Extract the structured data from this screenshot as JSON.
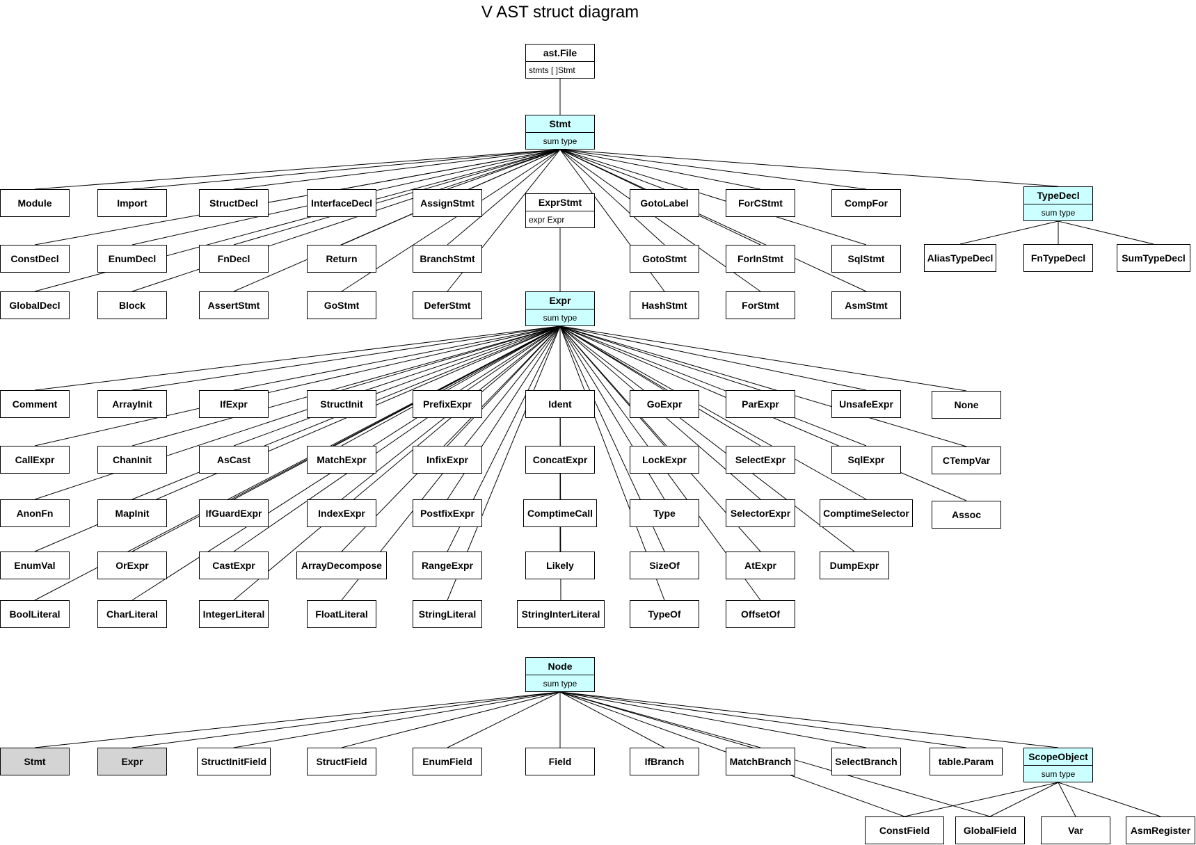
{
  "title": "V AST struct diagram",
  "colors": {
    "sum_type_fill": "#ccffff",
    "reference_fill": "#d4d4d4",
    "default_fill": "#ffffff",
    "line": "#000000"
  },
  "nodes": {
    "astFile": {
      "name": "ast.File",
      "sub": "stmts  [ ]Stmt"
    },
    "stmt": {
      "name": "Stmt",
      "sub": "sum type"
    },
    "module": {
      "name": "Module"
    },
    "import": {
      "name": "Import"
    },
    "structDecl": {
      "name": "StructDecl"
    },
    "interfaceDecl": {
      "name": "InterfaceDecl"
    },
    "assignStmt": {
      "name": "AssignStmt"
    },
    "exprStmt": {
      "name": "ExprStmt",
      "sub": "expr Expr"
    },
    "gotoLabel": {
      "name": "GotoLabel"
    },
    "forCStmt": {
      "name": "ForCStmt"
    },
    "compFor": {
      "name": "CompFor"
    },
    "typeDecl": {
      "name": "TypeDecl",
      "sub": "sum type"
    },
    "constDecl": {
      "name": "ConstDecl"
    },
    "enumDecl": {
      "name": "EnumDecl"
    },
    "fnDecl": {
      "name": "FnDecl"
    },
    "return": {
      "name": "Return"
    },
    "branchStmt": {
      "name": "BranchStmt"
    },
    "gotoStmt": {
      "name": "GotoStmt"
    },
    "forInStmt": {
      "name": "ForInStmt"
    },
    "sqlStmt": {
      "name": "SqlStmt"
    },
    "aliasTypeDecl": {
      "name": "AliasTypeDecl"
    },
    "fnTypeDecl": {
      "name": "FnTypeDecl"
    },
    "sumTypeDecl": {
      "name": "SumTypeDecl"
    },
    "globalDecl": {
      "name": "GlobalDecl"
    },
    "block": {
      "name": "Block"
    },
    "assertStmt": {
      "name": "AssertStmt"
    },
    "goStmt": {
      "name": "GoStmt"
    },
    "deferStmt": {
      "name": "DeferStmt"
    },
    "hashStmt": {
      "name": "HashStmt"
    },
    "forStmt": {
      "name": "ForStmt"
    },
    "asmStmt": {
      "name": "AsmStmt"
    },
    "expr": {
      "name": "Expr",
      "sub": "sum type"
    },
    "comment": {
      "name": "Comment"
    },
    "arrayInit": {
      "name": "ArrayInit"
    },
    "ifExpr": {
      "name": "IfExpr"
    },
    "structInit": {
      "name": "StructInit"
    },
    "prefixExpr": {
      "name": "PrefixExpr"
    },
    "ident": {
      "name": "Ident"
    },
    "goExpr": {
      "name": "GoExpr"
    },
    "parExpr": {
      "name": "ParExpr"
    },
    "unsafeExpr": {
      "name": "UnsafeExpr"
    },
    "none": {
      "name": "None"
    },
    "callExpr": {
      "name": "CallExpr"
    },
    "chanInit": {
      "name": "ChanInit"
    },
    "asCast": {
      "name": "AsCast"
    },
    "matchExpr": {
      "name": "MatchExpr"
    },
    "infixExpr": {
      "name": "InfixExpr"
    },
    "concatExpr": {
      "name": "ConcatExpr"
    },
    "lockExpr": {
      "name": "LockExpr"
    },
    "selectExpr": {
      "name": "SelectExpr"
    },
    "sqlExpr": {
      "name": "SqlExpr"
    },
    "cTempVar": {
      "name": "CTempVar"
    },
    "anonFn": {
      "name": "AnonFn"
    },
    "mapInit": {
      "name": "MapInit"
    },
    "ifGuardExpr": {
      "name": "IfGuardExpr"
    },
    "indexExpr": {
      "name": "IndexExpr"
    },
    "postfixExpr": {
      "name": "PostfixExpr"
    },
    "comptimeCall": {
      "name": "ComptimeCall"
    },
    "type": {
      "name": "Type"
    },
    "selectorExpr": {
      "name": "SelectorExpr"
    },
    "comptimeSelector": {
      "name": "ComptimeSelector"
    },
    "assoc": {
      "name": "Assoc"
    },
    "enumVal": {
      "name": "EnumVal"
    },
    "orExpr": {
      "name": "OrExpr"
    },
    "castExpr": {
      "name": "CastExpr"
    },
    "arrayDecompose": {
      "name": "ArrayDecompose"
    },
    "rangeExpr": {
      "name": "RangeExpr"
    },
    "likely": {
      "name": "Likely"
    },
    "sizeOf": {
      "name": "SizeOf"
    },
    "atExpr": {
      "name": "AtExpr"
    },
    "dumpExpr": {
      "name": "DumpExpr"
    },
    "boolLiteral": {
      "name": "BoolLiteral"
    },
    "charLiteral": {
      "name": "CharLiteral"
    },
    "integerLiteral": {
      "name": "IntegerLiteral"
    },
    "floatLiteral": {
      "name": "FloatLiteral"
    },
    "stringLiteral": {
      "name": "StringLiteral"
    },
    "stringInterLiteral": {
      "name": "StringInterLiteral"
    },
    "typeOf": {
      "name": "TypeOf"
    },
    "offsetOf": {
      "name": "OffsetOf"
    },
    "node": {
      "name": "Node",
      "sub": "sum type"
    },
    "nStmt": {
      "name": "Stmt"
    },
    "nExpr": {
      "name": "Expr"
    },
    "structInitField": {
      "name": "StructInitField"
    },
    "structField": {
      "name": "StructField"
    },
    "enumField": {
      "name": "EnumField"
    },
    "field": {
      "name": "Field"
    },
    "ifBranch": {
      "name": "IfBranch"
    },
    "matchBranch": {
      "name": "MatchBranch"
    },
    "selectBranch": {
      "name": "SelectBranch"
    },
    "tableParam": {
      "name": "table.Param"
    },
    "scopeObject": {
      "name": "ScopeObject",
      "sub": "sum type"
    },
    "constField": {
      "name": "ConstField"
    },
    "globalField": {
      "name": "GlobalField"
    },
    "var": {
      "name": "Var"
    },
    "asmRegister": {
      "name": "AsmRegister"
    }
  }
}
